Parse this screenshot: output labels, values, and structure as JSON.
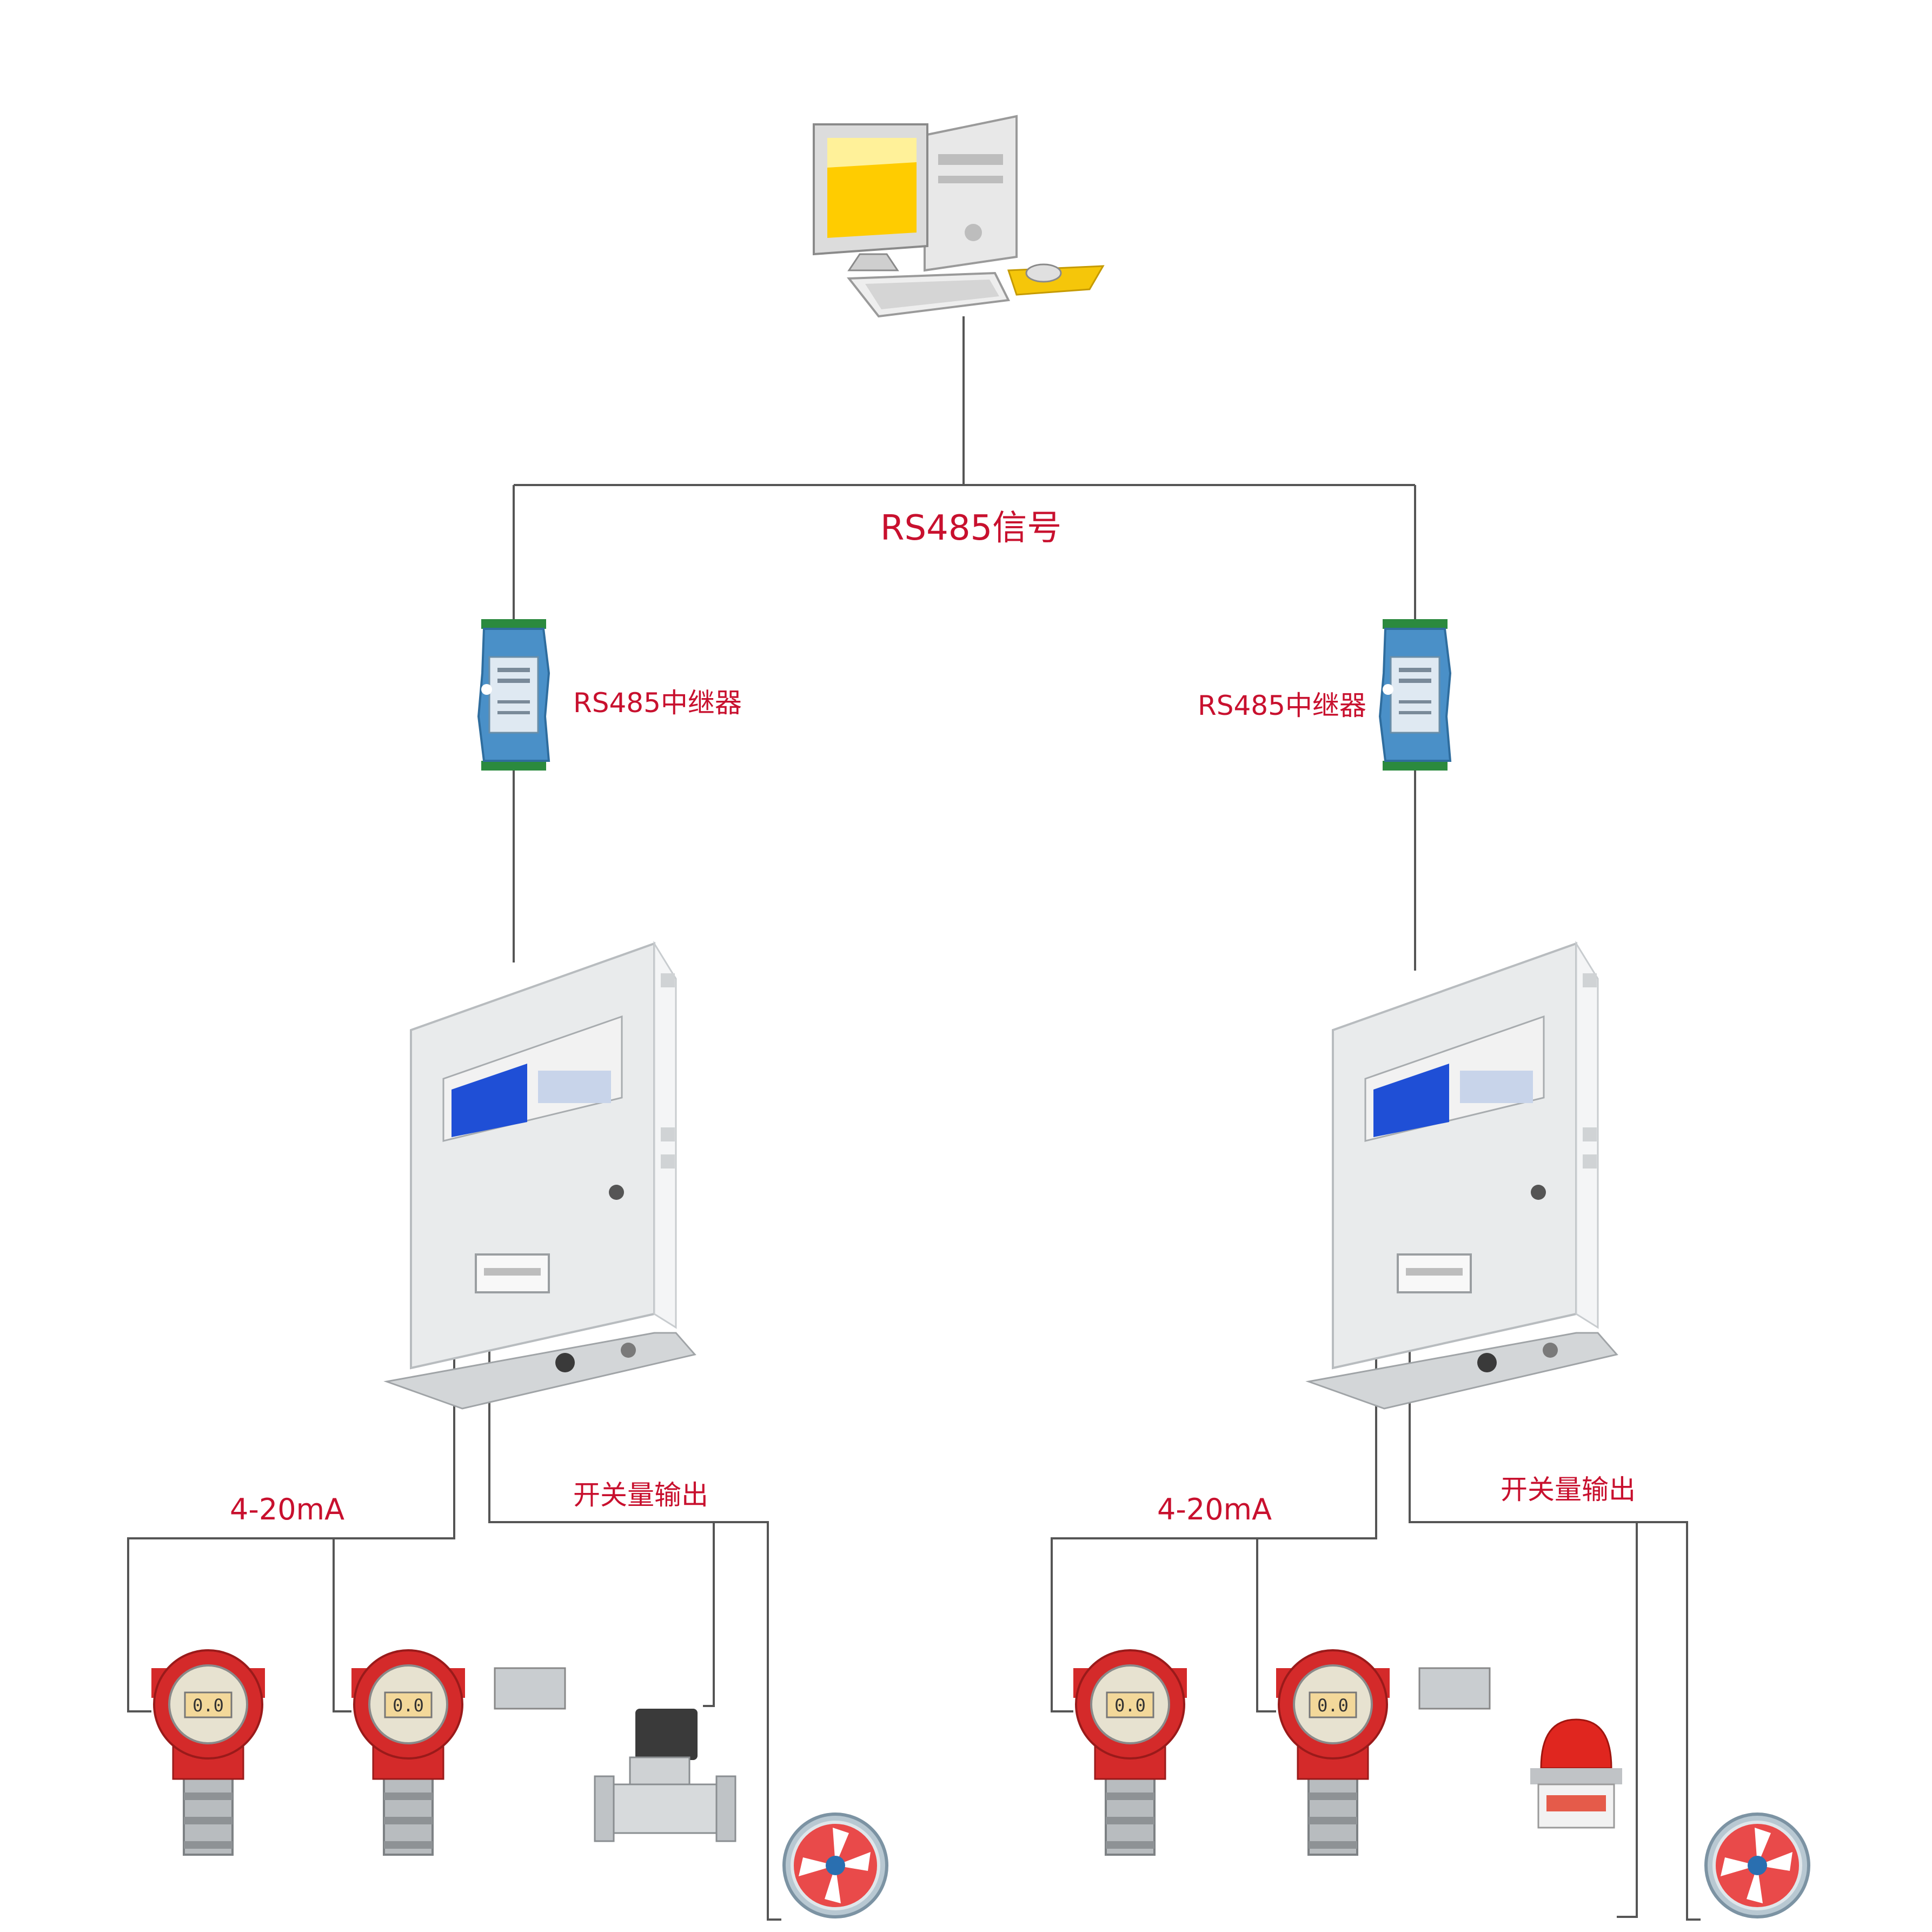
{
  "labels": {
    "bus": "RS485信号",
    "repeater_left": "RS485中继器",
    "repeater_right": "RS485中继器",
    "analog_left": "4-20mA",
    "analog_right": "4-20mA",
    "switch_left": "开关量输出",
    "switch_right": "开关量输出"
  },
  "detector_readout": "0.0",
  "colors": {
    "wire": "#555555",
    "label": "#c8102e",
    "detector_red": "#d42a2a",
    "controller_screen": "#1f4fd6",
    "repeater_blue": "#4a90c8",
    "monitor_screen": "#ffcc00"
  },
  "icons": [
    "computer-icon",
    "rs485-repeater-icon",
    "controller-cabinet-icon",
    "gas-detector-icon",
    "solenoid-valve-icon",
    "exhaust-fan-icon",
    "alarm-beacon-icon"
  ]
}
